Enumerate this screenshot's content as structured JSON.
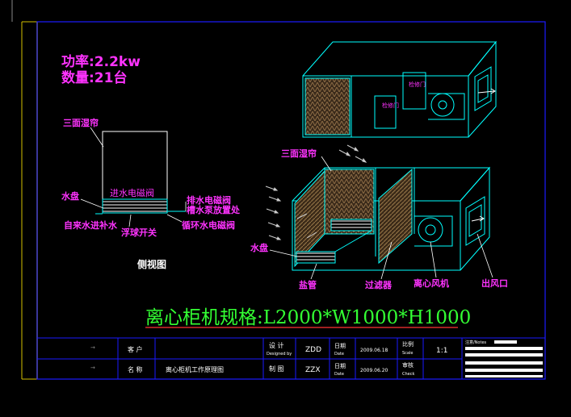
{
  "power": {
    "line1": "功率:2.2kw",
    "line2": "数量:21台"
  },
  "side_view": {
    "label_top": "三面湿帘",
    "label_inlet_valve": "进水电磁阀",
    "label_water_tray": "水盘",
    "label_drain_valve": "排水电磁阀",
    "label_pump_location": "槽水泵放置处",
    "label_tap_inlet": "自来水进补水",
    "label_float_switch": "浮球开关",
    "label_circ_valve": "循环水电磁阀",
    "caption": "侧视图"
  },
  "unit_top": {
    "access_door_1": "检修门",
    "access_door_2": "检修门"
  },
  "unit_bottom": {
    "label_wet_curtain": "三面湿帘",
    "label_water_tray": "水盘",
    "label_tray_pipe": "盐管",
    "label_filter": "过滤器",
    "label_fan": "离心风机",
    "label_outlet": "出风口"
  },
  "spec_title": "离心柜机规格:L2000*W1000*H1000",
  "title_block": {
    "client_label": "客  户",
    "name_label": "名  称",
    "name_value": "离心柜机工作原理图",
    "design_label": "设  计",
    "design_sub": "Designed by",
    "design_value": "ZDD",
    "draw_label": "制  图",
    "draw_value": "ZZX",
    "date_label": "日期",
    "date_sub": "Date",
    "date_value_1": "2009.06.18",
    "date_value_2": "2009.06.20",
    "scale_label": "比例",
    "scale_sub": "Scale",
    "scale_value": "1:1",
    "check_label": "审核",
    "check_sub": "Check",
    "notes_label": "注意/Notes"
  },
  "colors": {
    "frame_blue": "#1a1aff",
    "cyan_lines": "#00ffff",
    "label_magenta": "#ff33ff",
    "spec_green": "#33ff33",
    "border_yellow": "#d4c000",
    "hatch_brown": "#6b4a2e"
  }
}
